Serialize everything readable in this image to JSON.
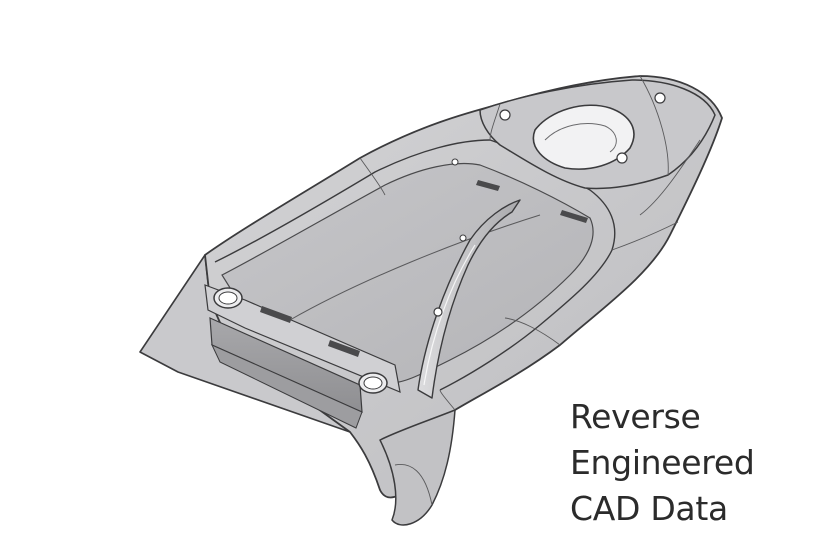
{
  "figure": {
    "subject": "reverse engineered CAD surface model",
    "render_style": "grey shaded surface with dark outline edges",
    "colors": {
      "background": "#ffffff",
      "surface_light": "#cfcfd1",
      "surface_mid": "#b9b9bc",
      "surface_dark": "#9a9a9d",
      "edge": "#3b3b3d",
      "caption": "#2b2b2b"
    }
  },
  "caption": {
    "line1": "Reverse",
    "line2": "Engineered",
    "line3": "CAD Data"
  }
}
